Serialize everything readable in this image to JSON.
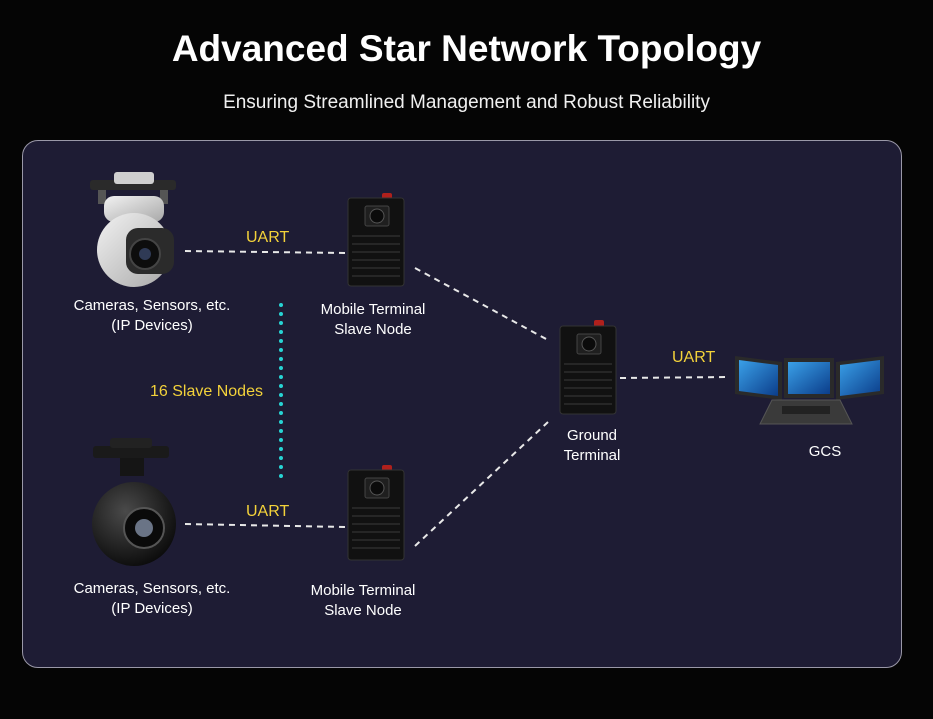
{
  "header": {
    "title": "Advanced Star Network Topology",
    "subtitle": "Ensuring Streamlined Management and Robust Reliability"
  },
  "nodes": {
    "camera_top": {
      "line1": "Cameras, Sensors, etc.",
      "line2": "(IP Devices)"
    },
    "camera_bottom": {
      "line1": "Cameras, Sensors, etc.",
      "line2": "(IP Devices)"
    },
    "slave_top": {
      "line1": "Mobile Terminal",
      "line2": "Slave Node"
    },
    "slave_bottom": {
      "line1": "Mobile Terminal",
      "line2": "Slave Node"
    },
    "ground": {
      "line1": "Ground",
      "line2": "Terminal"
    },
    "gcs": {
      "label": "GCS"
    }
  },
  "links": {
    "uart_top": "UART",
    "uart_bottom": "UART",
    "uart_gcs": "UART",
    "slave_count": "16 Slave Nodes"
  },
  "colors": {
    "background": "#050505",
    "panel": "#1e1c34",
    "accent_text": "#f3d23a",
    "dotted_line": "#27d4d4",
    "device": "#111111"
  }
}
